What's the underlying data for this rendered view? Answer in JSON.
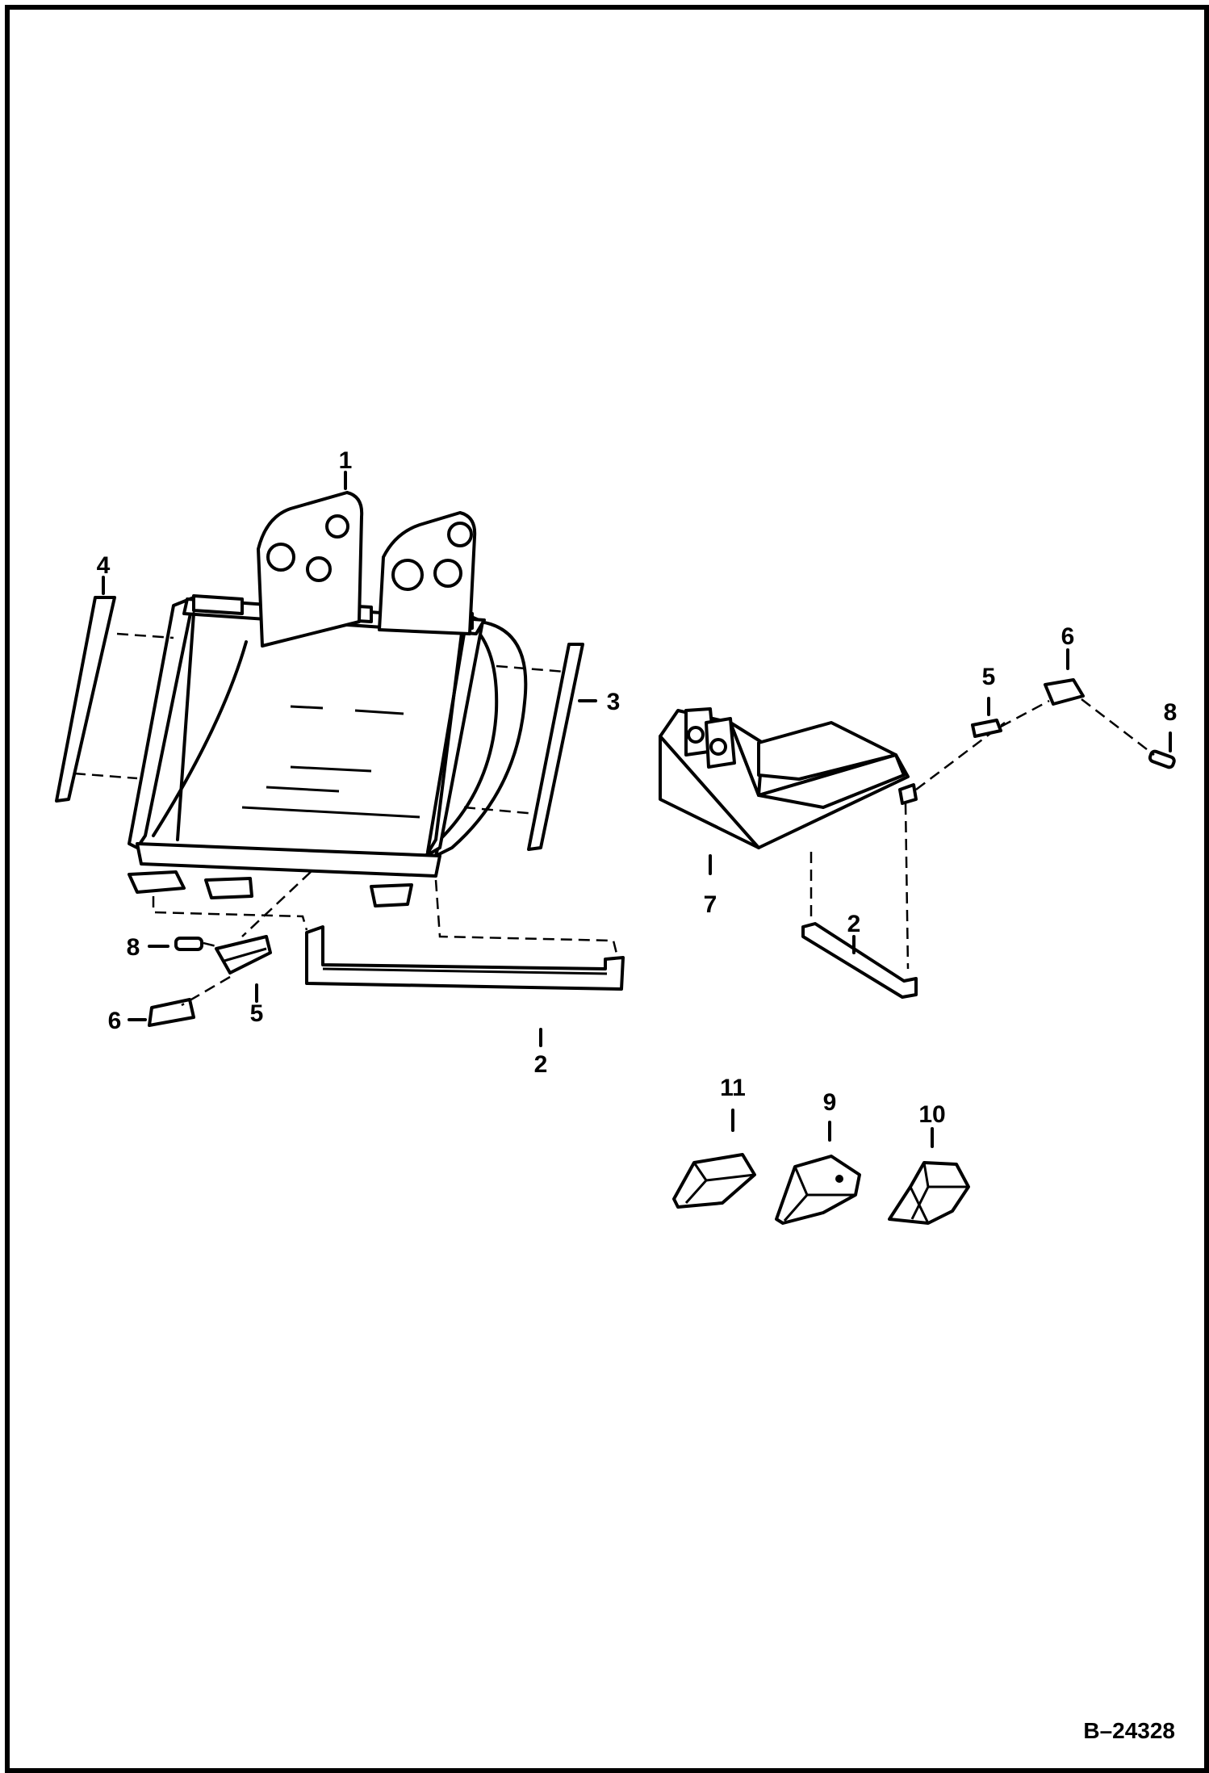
{
  "figure_id": "B–24328",
  "callouts": {
    "c1": "1",
    "c2a": "2",
    "c2b": "2",
    "c3": "3",
    "c4": "4",
    "c5a": "5",
    "c5b": "5",
    "c6a": "6",
    "c6b": "6",
    "c7": "7",
    "c8a": "8",
    "c8b": "8",
    "c9": "9",
    "c10": "10",
    "c11": "11"
  }
}
